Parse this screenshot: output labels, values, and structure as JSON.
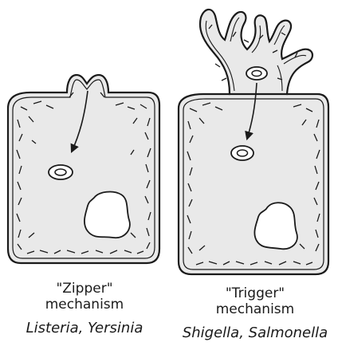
{
  "colors": {
    "ink": "#1a1a1a",
    "cell_fill": "#e9e9e9",
    "background": "#ffffff"
  },
  "panels": [
    {
      "title": "\"Zipper\"",
      "subtitle": "mechanism",
      "organisms": "Listeria, Yersinia"
    },
    {
      "title": "\"Trigger\"",
      "subtitle": "mechanism",
      "organisms": "Shigella, Salmonella"
    }
  ]
}
